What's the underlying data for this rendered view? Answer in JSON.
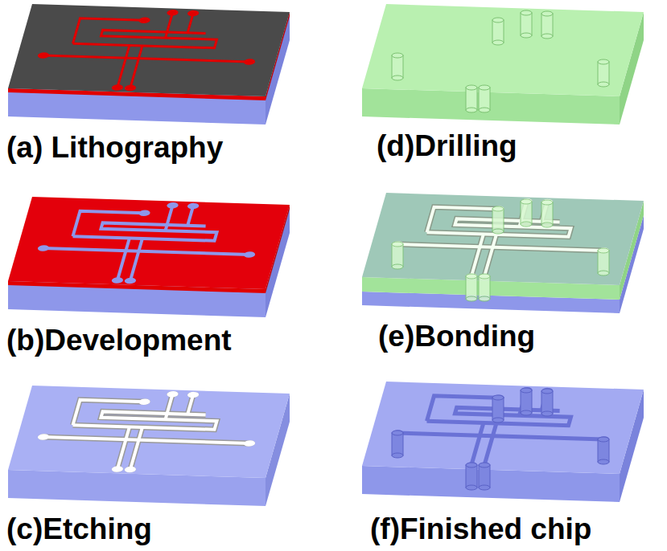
{
  "diagram": {
    "labels": [
      "(a) Lithography",
      "(d)Drilling",
      "(b)Development",
      "(e)Bonding",
      "(c)Etching",
      "(f)Finished chip"
    ]
  }
}
